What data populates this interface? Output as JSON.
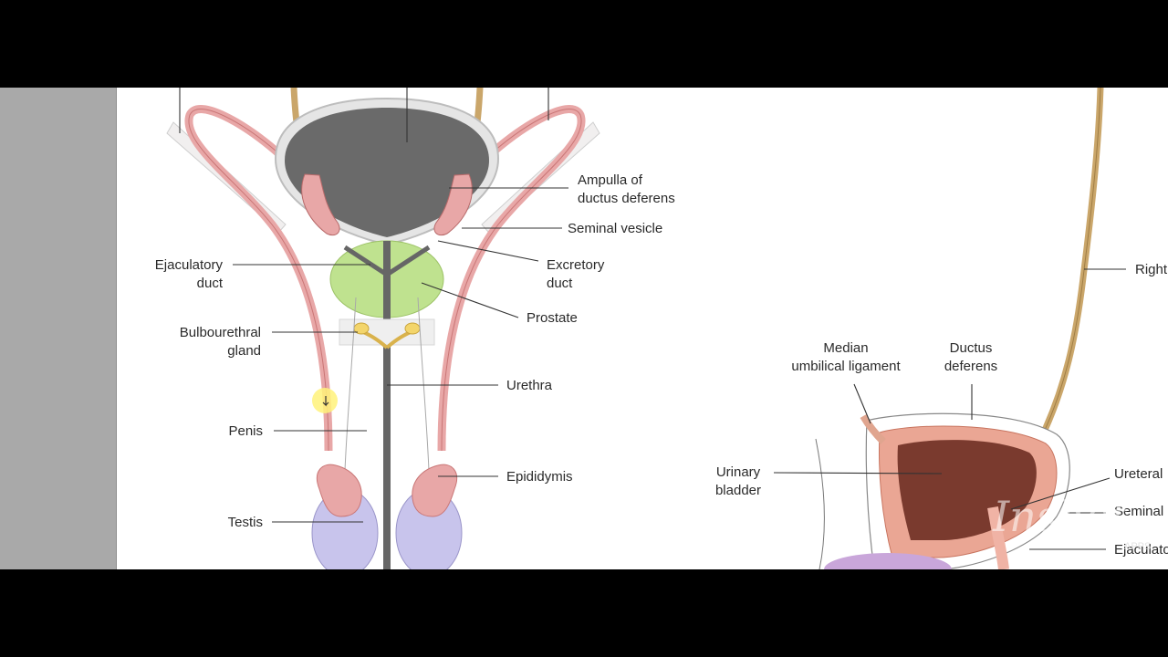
{
  "left_diagram": {
    "labels": {
      "ampulla_line1": "Ampulla of",
      "ampulla_line2": "ductus deferens",
      "seminal_vesicle": "Seminal vesicle",
      "excretory_line1": "Excretory",
      "excretory_line2": "duct",
      "prostate": "Prostate",
      "ejaculatory_line1": "Ejaculatory",
      "ejaculatory_line2": "duct",
      "bulbo_line1": "Bulbourethral",
      "bulbo_line2": "gland",
      "urethra": "Urethra",
      "penis": "Penis",
      "epididymis": "Epididymis",
      "testis": "Testis"
    }
  },
  "right_diagram": {
    "labels": {
      "right_cut": "Right",
      "median_line1": "Median",
      "median_line2": "umbilical ligament",
      "ductus_line1": "Ductus",
      "ductus_line2": "deferens",
      "urinary_line1": "Urinary",
      "urinary_line2": "bladder",
      "ureteral_cut": "Ureteral",
      "seminal_cut": "Seminal",
      "ejaculatory_cut": "Ejaculato"
    }
  },
  "watermark": {
    "text": "Inshot",
    "sub": "APPS"
  },
  "colors": {
    "bladder_gray": "#6a6a6a",
    "duct_pink": "#e8a7a7",
    "prostate_green": "#bfe28f",
    "gland_yellow": "#f3d56b",
    "testis_lavender": "#c8c4ec",
    "cursor_highlight": "#fff27a"
  }
}
